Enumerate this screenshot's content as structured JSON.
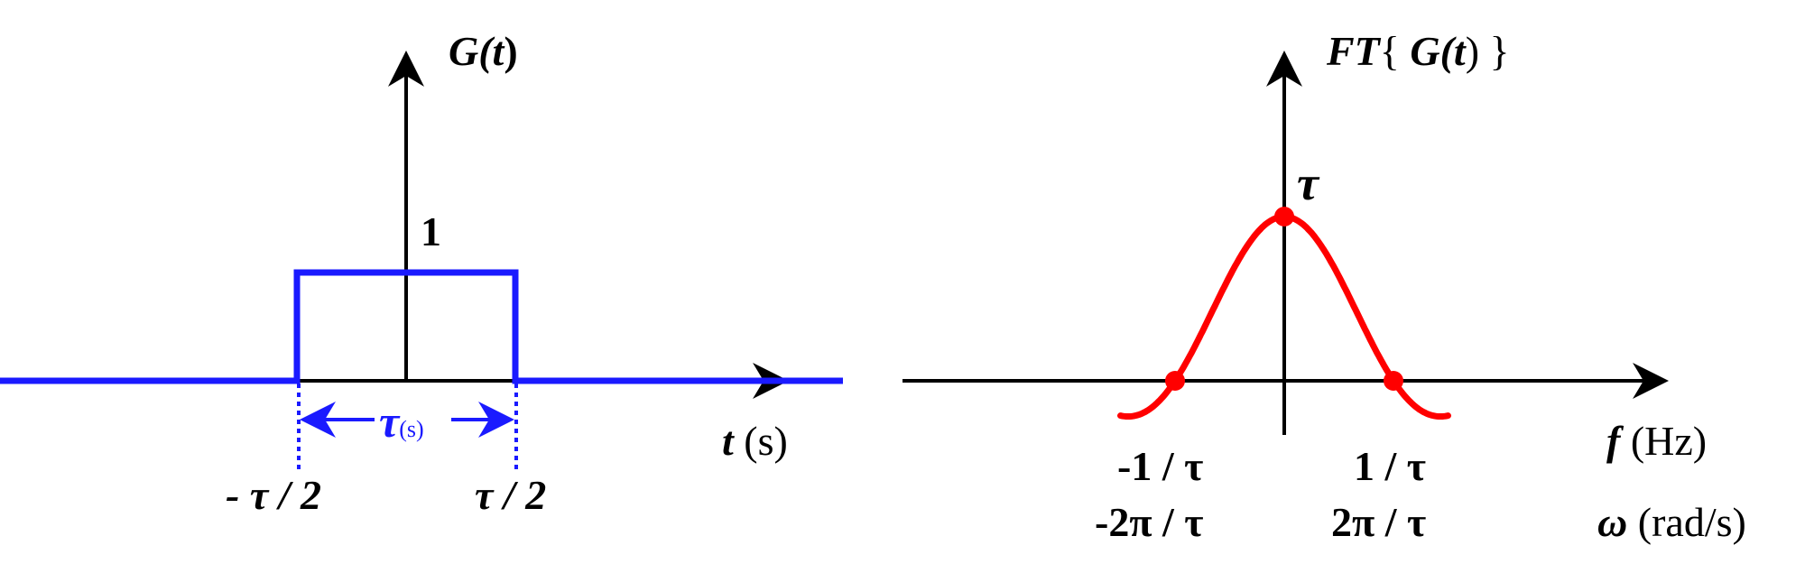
{
  "colors": {
    "axis": "#000000",
    "pulse": "#1a1aff",
    "sinc": "#ff0000"
  },
  "left_panel": {
    "y_label": {
      "prefix": "G(",
      "var": "t",
      "suffix": ")"
    },
    "height_label": "1",
    "width_label": {
      "symbol": "τ",
      "unit": "(s)"
    },
    "x_label": {
      "var": "t",
      "unit": "(s)"
    },
    "tick_neg": "- τ / 2",
    "tick_pos": "τ / 2"
  },
  "right_panel": {
    "y_label": {
      "prefix": "FT",
      "open": "{ ",
      "g": "G(",
      "var": "t",
      "close": ") }"
    },
    "peak_label": "τ",
    "x_label_f": {
      "var": "f",
      "unit": "(Hz)"
    },
    "x_label_w": {
      "var": "ω",
      "unit": "(rad/s)"
    },
    "tick_neg_f": "-1 / τ",
    "tick_pos_f": "1 / τ",
    "tick_neg_w": "-2π / τ",
    "tick_pos_w": "2π / τ"
  },
  "chart_data": [
    {
      "type": "line",
      "x": [
        -2,
        -1,
        -1,
        -0.5,
        -0.5,
        0.5,
        0.5,
        1,
        1,
        2
      ],
      "y": [
        0,
        0,
        0,
        0,
        1,
        1,
        0,
        0,
        0,
        0
      ],
      "xlabel": "t (s)",
      "ylabel": "G(t)",
      "grid": false
    },
    {
      "type": "line",
      "x": [
        -1.5,
        -1,
        0,
        1,
        1.5
      ],
      "y": [
        -0.212,
        0,
        1,
        0,
        -0.212
      ],
      "xlabel": "f (Hz)",
      "ylabel": "FT{ G(t) }",
      "grid": false
    }
  ]
}
